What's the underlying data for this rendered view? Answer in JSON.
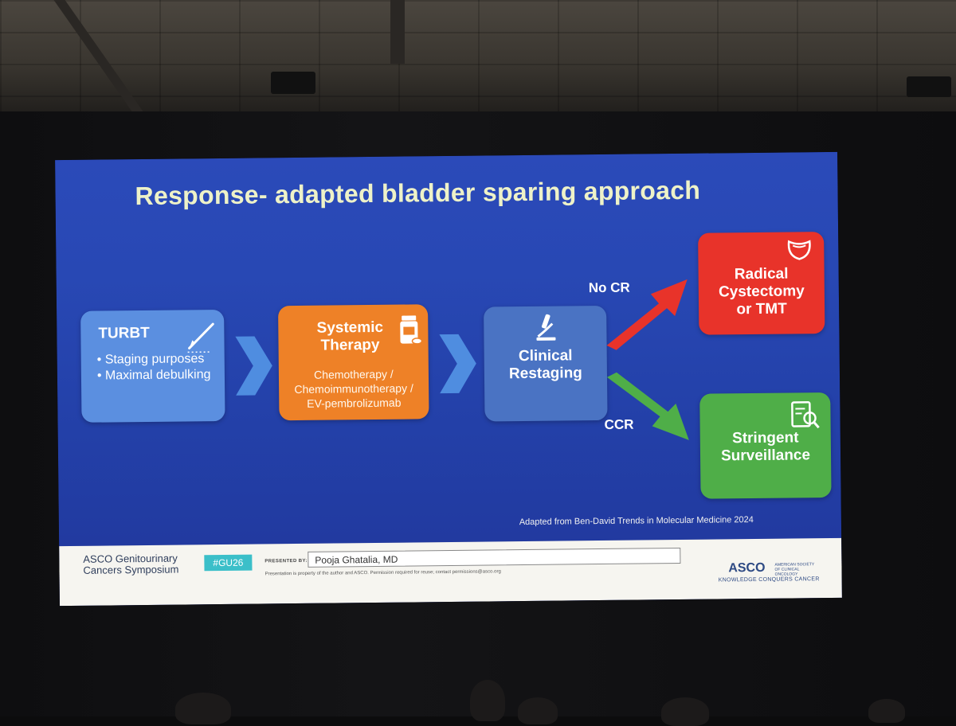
{
  "slide": {
    "title": "Response- adapted bladder sparing approach",
    "turbt": {
      "heading": "TURBT",
      "bullets": [
        "• Staging purposes",
        "• Maximal debulking"
      ],
      "icon": "scalpel-icon"
    },
    "systemic": {
      "heading": "Systemic Therapy",
      "detail_lines": [
        "Chemotherapy /",
        "Chemoimmunotherapy /",
        "EV-pembrolizumab"
      ],
      "icon": "pill-bottle-icon"
    },
    "restaging": {
      "heading": "Clinical Restaging",
      "icon": "microscope-icon"
    },
    "radical": {
      "heading": "Radical Cystectomy or TMT",
      "icon": "bladder-icon"
    },
    "surveillance": {
      "heading": "Stringent Surveillance",
      "icon": "clipboard-magnifier-icon"
    },
    "arrow_labels": {
      "up": "No CR",
      "down": "CCR"
    },
    "credit": "Adapted from Ben-David Trends in Molecular Medicine 2024",
    "colors": {
      "background": "#2848b4",
      "title": "#eef2c8",
      "turbt": "#5b8fe0",
      "systemic": "#ee8127",
      "restaging": "#4a73c3",
      "radical": "#e8332a",
      "surveillance": "#4fae48",
      "chevron": "#4f8de0"
    }
  },
  "footer": {
    "org_line1": "ASCO Genitourinary",
    "org_line2": "Cancers Symposium",
    "hashtag": "#GU26",
    "presented_by_label": "PRESENTED BY:",
    "presenter": "Pooja Ghatalia, MD",
    "notice": "Presentation is property of the author and ASCO. Permission required for reuse; contact permissions@asco.org",
    "asco_logo": "ASCO",
    "asco_small": "AMERICAN SOCIETY OF CLINICAL ONCOLOGY",
    "asco_tagline": "KNOWLEDGE CONQUERS CANCER"
  }
}
